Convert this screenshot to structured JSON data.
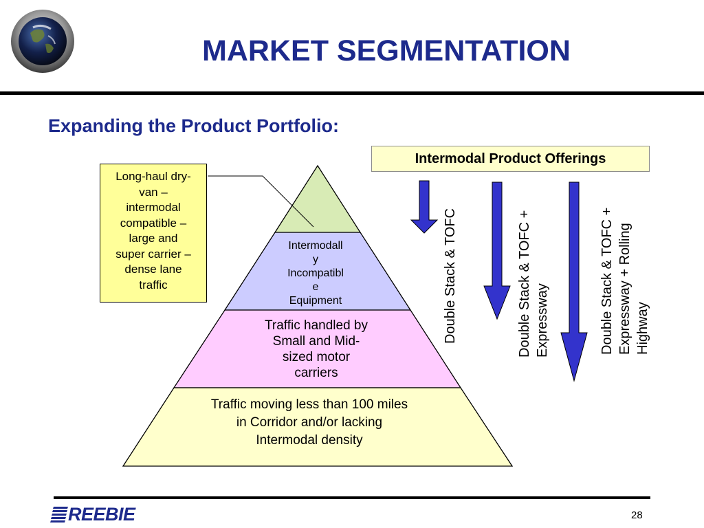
{
  "slide": {
    "title": "MARKET SEGMENTATION",
    "subtitle": "Expanding the Product Portfolio:",
    "page_number": "28",
    "logo_text": "REEBIE"
  },
  "offerings": {
    "header": "Intermodal Product Offerings",
    "arrows": [
      {
        "line1": "Double Stack & TOFC",
        "line2": "",
        "line3": ""
      },
      {
        "line1": "Double Stack & TOFC +",
        "line2": "Expressway",
        "line3": ""
      },
      {
        "line1": "Double Stack & TOFC +",
        "line2": "Expressway + Rolling",
        "line3": "Highway"
      }
    ]
  },
  "callout": {
    "lines": [
      "Long-haul dry-",
      "van –",
      "intermodal",
      "compatible –",
      "large and",
      "super carrier –",
      "dense lane",
      "traffic"
    ]
  },
  "pyramid": {
    "tier2_lines": [
      "Intermodall",
      "y",
      "Incompatibl",
      "e",
      "Equipment"
    ],
    "tier3_lines": [
      "Traffic handled by",
      "Small and Mid-",
      "sized motor",
      "carriers"
    ],
    "tier4_lines": [
      "Traffic moving less than 100 miles",
      "in Corridor and/or lacking",
      "Intermodal density"
    ]
  },
  "colors": {
    "title_blue": "#1d2a8c",
    "tier1_fill": "#d8ebb5",
    "tier2_fill": "#ccccff",
    "tier3_fill": "#ffccff",
    "tier4_fill": "#ffffcc",
    "arrow_fill": "#3333cc",
    "callout_fill": "#ffff99"
  }
}
